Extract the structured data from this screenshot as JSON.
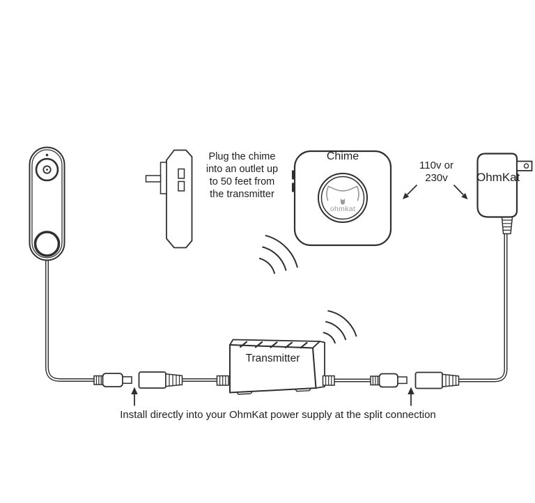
{
  "labels": {
    "plug_note": "Plug the chime\ninto an outlet up\nto 50 feet from\nthe transmitter",
    "chime": "Chime",
    "voltage_note": "110v or\n230v",
    "adapter": "OhmKat",
    "logo_brand": "ohmkat",
    "transmitter": "Transmitter",
    "install_note": "Install directly into your OhmKat power supply at the split connection"
  },
  "icons": {
    "wireless_signal_icon": ")))",
    "up_arrow_icon": "↑",
    "down_left_arrow_icon": "↙",
    "down_right_arrow_icon": "↘"
  },
  "colors": {
    "line": "#2f2f2f",
    "text": "#1f1f1f",
    "logo_gray": "#9a9a9a",
    "background": "#ffffff"
  }
}
